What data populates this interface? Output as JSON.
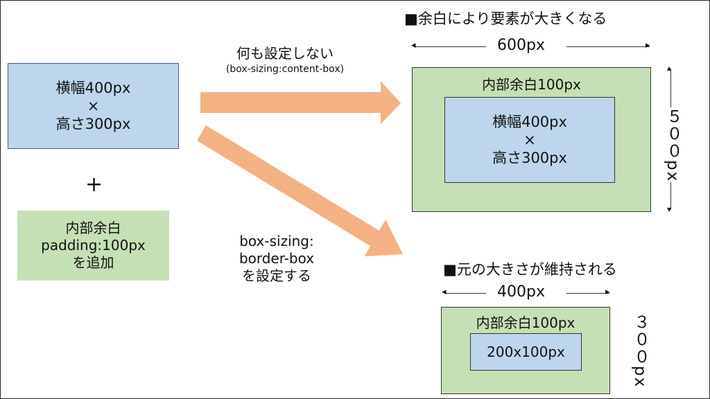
{
  "left_box": {
    "line1": "横幅400px",
    "line2": "×",
    "line3": "高さ300px"
  },
  "plus": "+",
  "padding_box": {
    "line1": "内部余白",
    "line2": "padding:100px",
    "line3": "を追加"
  },
  "arrow_top": {
    "title": "何も設定しない",
    "sub": "(box-sizing:content-box)"
  },
  "arrow_bottom": {
    "line1": "box-sizing:",
    "line2": "border-box",
    "line3": "を設定する"
  },
  "result_top": {
    "heading": "■余白により要素が大きくなる",
    "width_label": "600px",
    "height_label": "５００px",
    "outer_label": "内部余白100px",
    "inner": {
      "line1": "横幅400px",
      "line2": "×",
      "line3": "高さ300px"
    }
  },
  "result_bottom": {
    "heading": "■元の大きさが維持される",
    "width_label": "400px",
    "height_label": "３００px",
    "outer_label": "内部余白100px",
    "inner": "200x100px"
  },
  "colors": {
    "blue_fill": "#bdd6ee",
    "green_fill": "#c5e0b4",
    "arrow": "#f4b183"
  }
}
